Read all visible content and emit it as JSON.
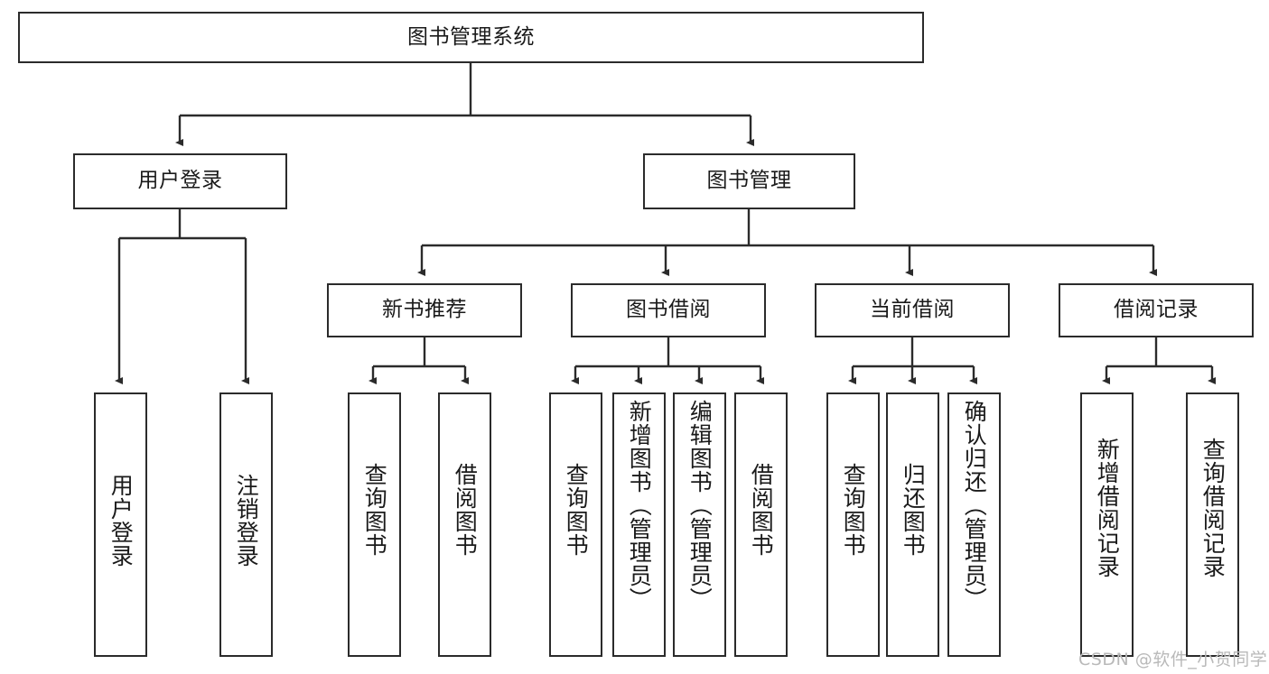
{
  "diagram": {
    "title": "图书管理系统",
    "type": "hierarchy-tree",
    "watermark": "CSDN @软件_小贺同学",
    "colors": {
      "box_border": "#2b2b2b",
      "box_fill": "#ffffff",
      "edge": "#2b2b2b",
      "text": "#1a1a1a",
      "watermark": "#b9b9b9"
    },
    "root": {
      "label": "图书管理系统"
    },
    "level1": [
      {
        "label": "用户登录"
      },
      {
        "label": "图书管理"
      }
    ],
    "level2": [
      {
        "label": "新书推荐"
      },
      {
        "label": "图书借阅"
      },
      {
        "label": "当前借阅"
      },
      {
        "label": "借阅记录"
      }
    ],
    "leaves": {
      "user_login": [
        {
          "label": "用户登录"
        },
        {
          "label": "注销登录"
        }
      ],
      "new_book_recommend": [
        {
          "label": "查询图书"
        },
        {
          "label": "借阅图书"
        }
      ],
      "book_borrow": [
        {
          "label": "查询图书"
        },
        {
          "label": "新增图书（管理员）"
        },
        {
          "label": "编辑图书（管理员）"
        },
        {
          "label": "借阅图书"
        }
      ],
      "current_borrow": [
        {
          "label": "查询图书"
        },
        {
          "label": "归还图书"
        },
        {
          "label": "确认归还（管理员）"
        }
      ],
      "borrow_record": [
        {
          "label": "新增借阅记录"
        },
        {
          "label": "查询借阅记录"
        }
      ]
    }
  }
}
